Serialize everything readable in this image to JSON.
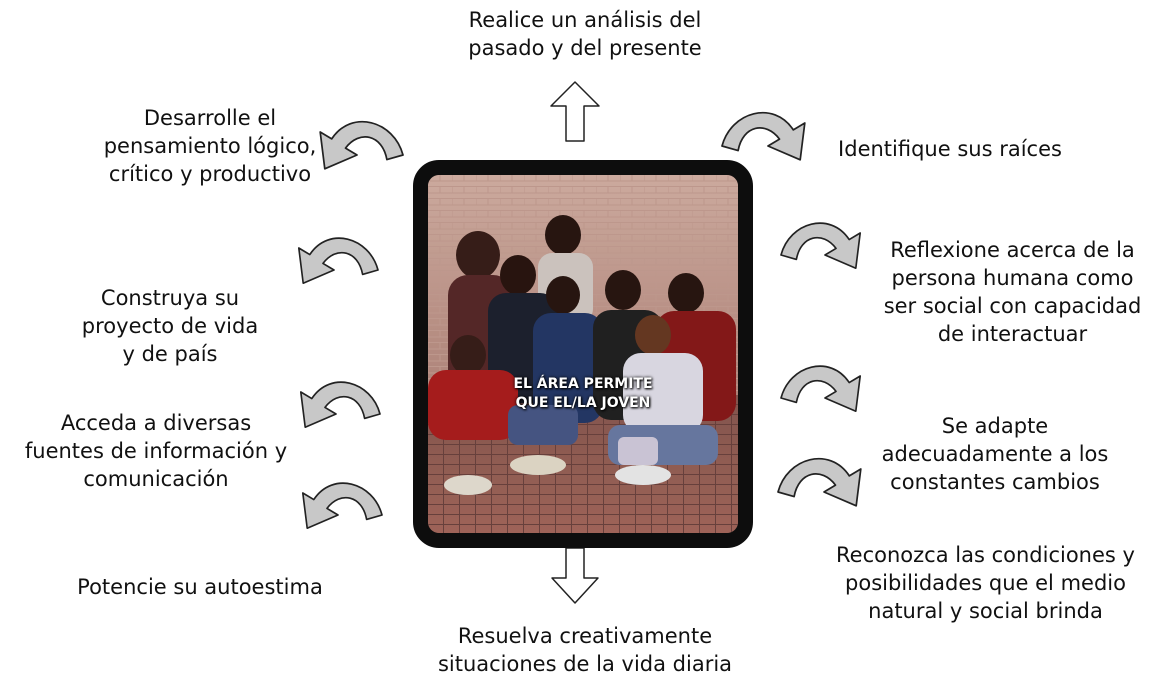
{
  "center": {
    "line1": "EL ÁREA PERMITE",
    "line2": "QUE EL/LA JOVEN"
  },
  "items": {
    "top": "Realice un análisis del\npasado y del presente",
    "left1": "Desarrolle el\npensamiento lógico,\ncrítico y productivo",
    "left2": "Construya su\nproyecto de vida\ny de país",
    "left3": "Acceda a diversas\nfuentes de información y\ncomunicación",
    "left4": "Potencie su autoestima",
    "right1": "Identifique sus raíces",
    "right2": "Reflexione acerca de la\npersona humana como\nser social con capacidad\nde interactuar",
    "right3": "Se adapte\nadecuadamente a los\nconstantes cambios",
    "right4": "Reconozca las condiciones y\nposibilidades que el medio\nnatural y social brinda",
    "bottom": "Resuelva creativamente\nsituaciones de la vida diaria"
  },
  "colors": {
    "frame": "#0d0d0d",
    "arrow_fill": "#c8c8c8",
    "arrow_stroke": "#222222"
  }
}
